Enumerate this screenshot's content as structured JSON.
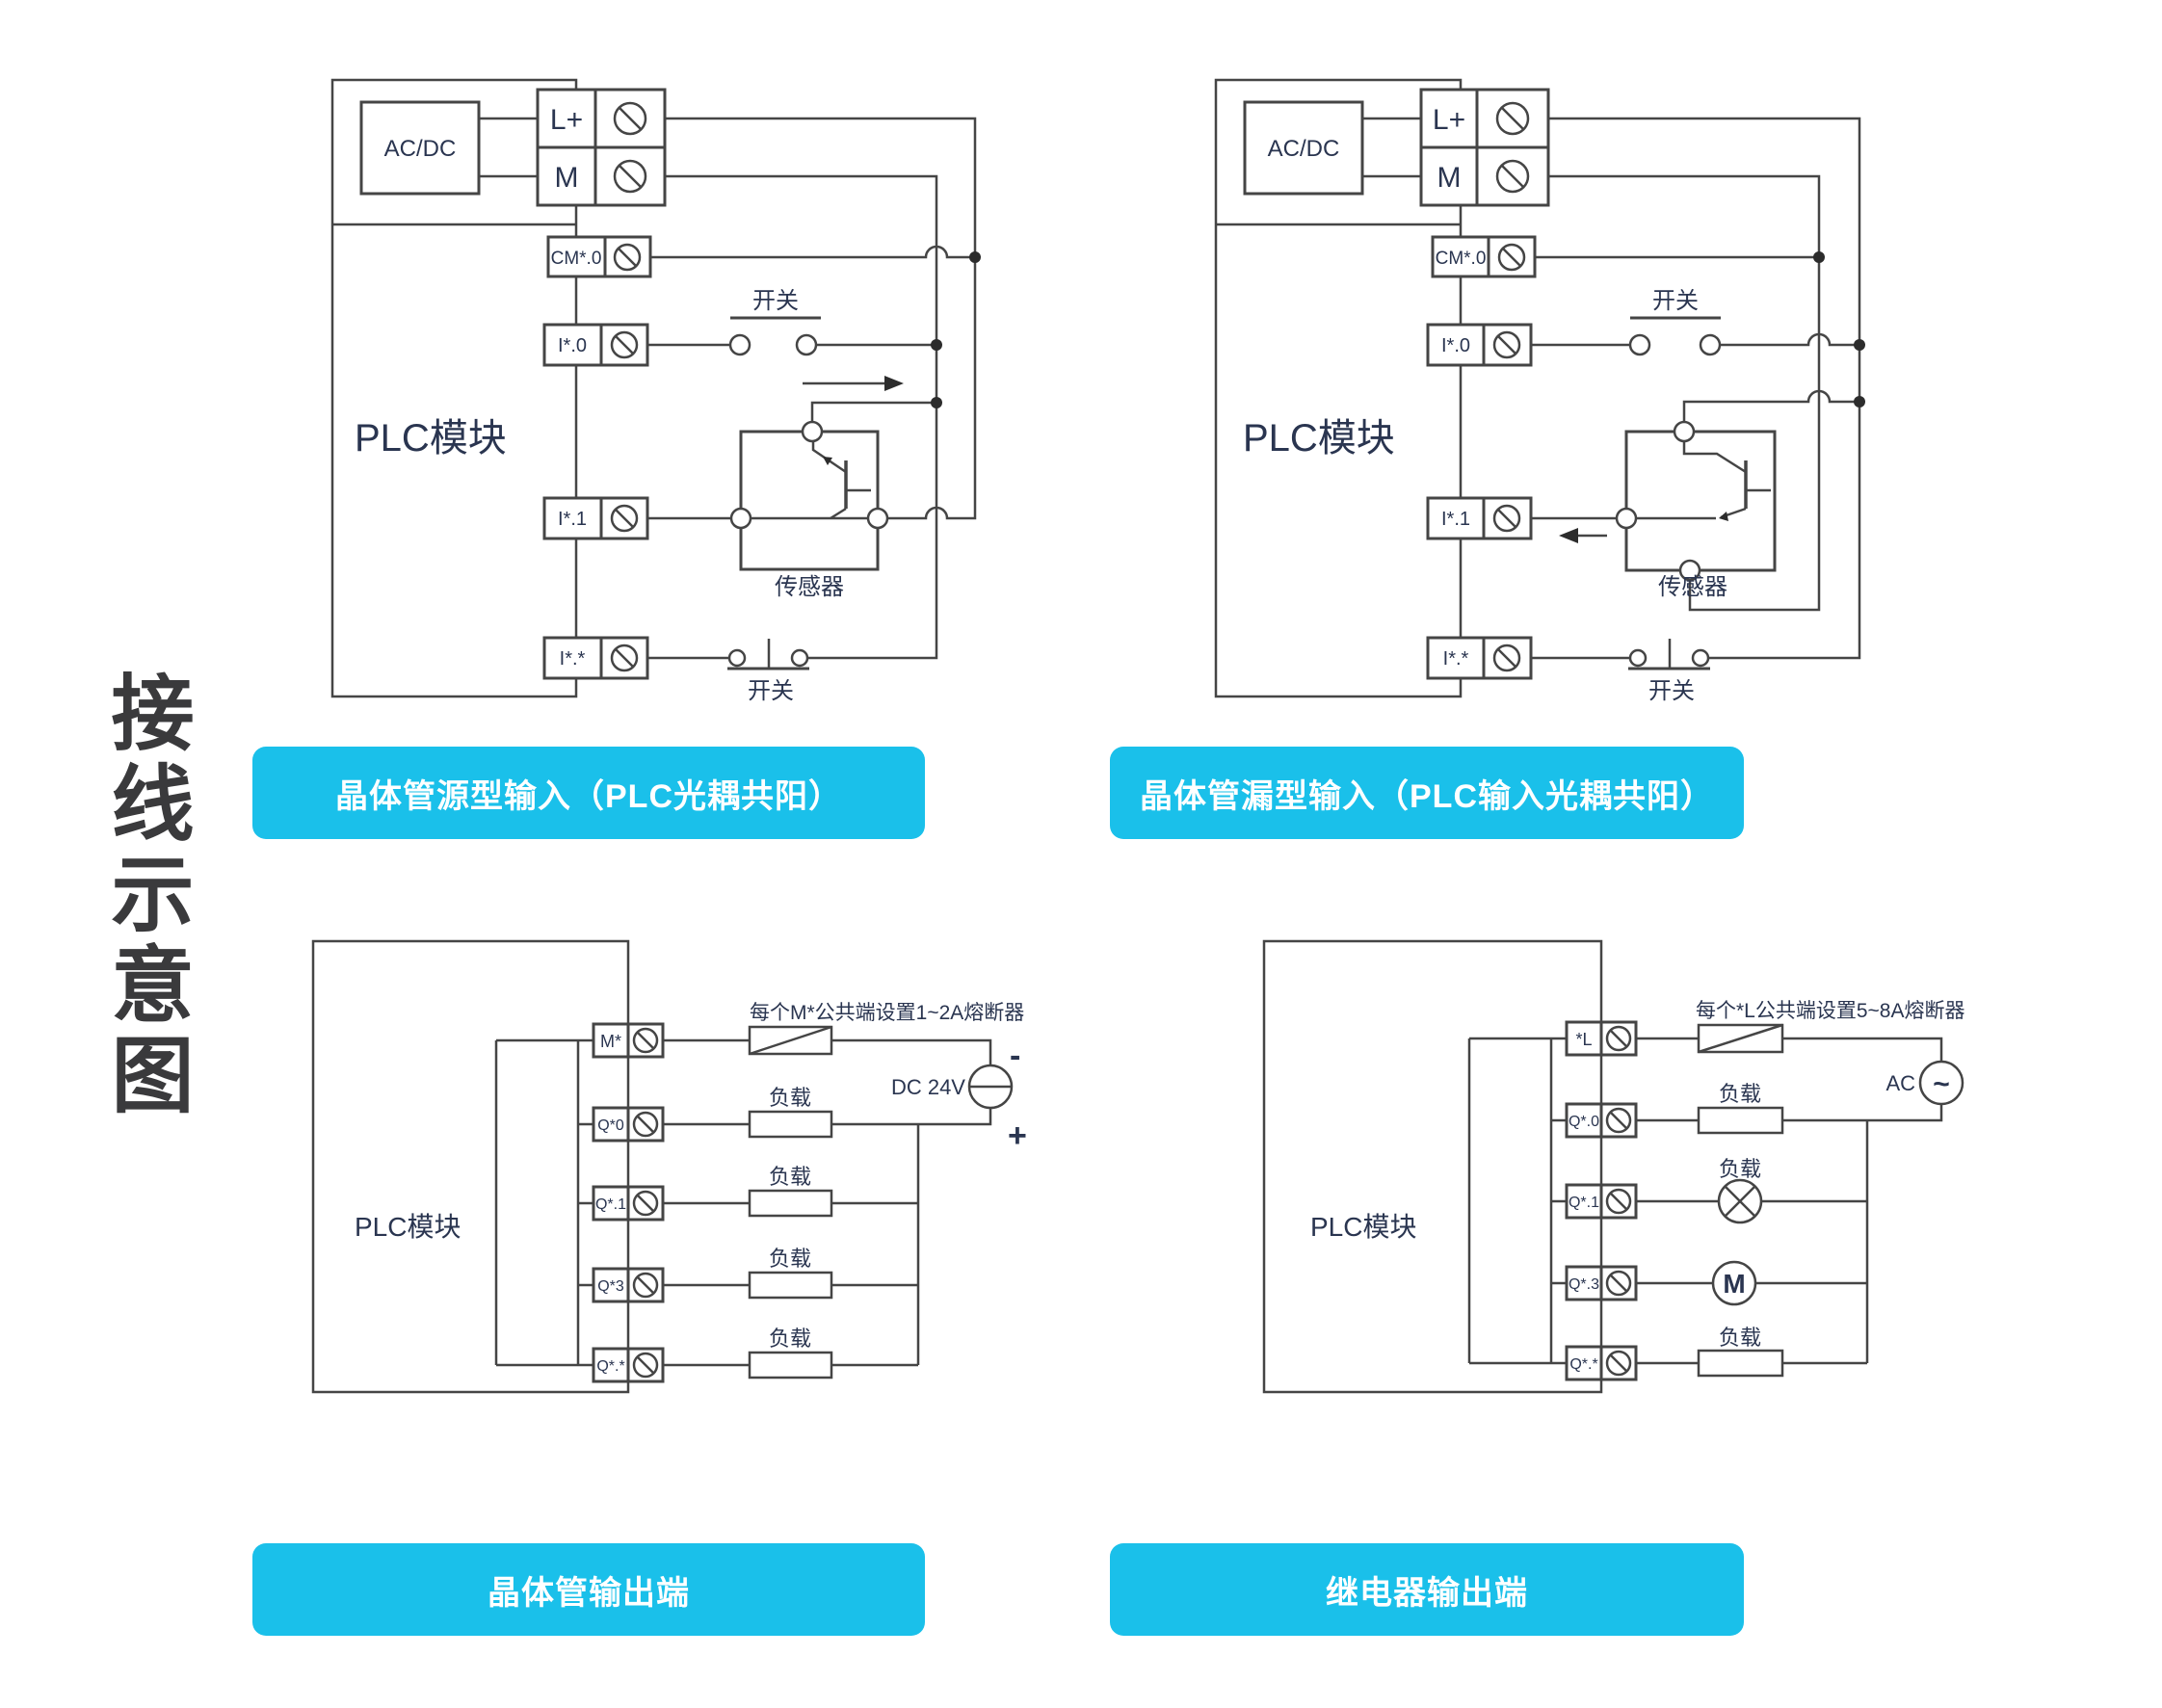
{
  "title": "接线示意图",
  "colors": {
    "accent": "#1ac0ea",
    "line": "#454545",
    "text": "#2a3550"
  },
  "captions": {
    "d1": "晶体管源型输入（PLC光耦共阳）",
    "d2": "晶体管漏型输入（PLC输入光耦共阳）",
    "d3": "晶体管输出端",
    "d4": "继电器输出端"
  },
  "inputs": {
    "plc": "PLC模块",
    "acdc": "AC/DC",
    "t_lplus": "L+",
    "t_m": "M",
    "t_cm": "CM*.0",
    "t_i0": "I*.0",
    "t_i1": "I*.1",
    "t_ix": "I*.*",
    "switch": "开关",
    "sensor": "传感器"
  },
  "transistor_output": {
    "plc": "PLC模块",
    "terminals": [
      "M*",
      "Q*0",
      "Q*.1",
      "Q*3",
      "Q*.*"
    ],
    "fuse_note": "每个M*公共端设置1~2A熔断器",
    "load_label": "负载",
    "source_label": "DC 24V",
    "minus": "-",
    "plus": "+"
  },
  "relay_output": {
    "plc": "PLC模块",
    "terminals": [
      "*L",
      "Q*.0",
      "Q*.1",
      "Q*.3",
      "Q*.*"
    ],
    "fuse_note": "每个*L公共端设置5~8A熔断器",
    "load_label": "负载",
    "motor_label": "M",
    "source_label": "AC",
    "ac_symbol": "~"
  }
}
